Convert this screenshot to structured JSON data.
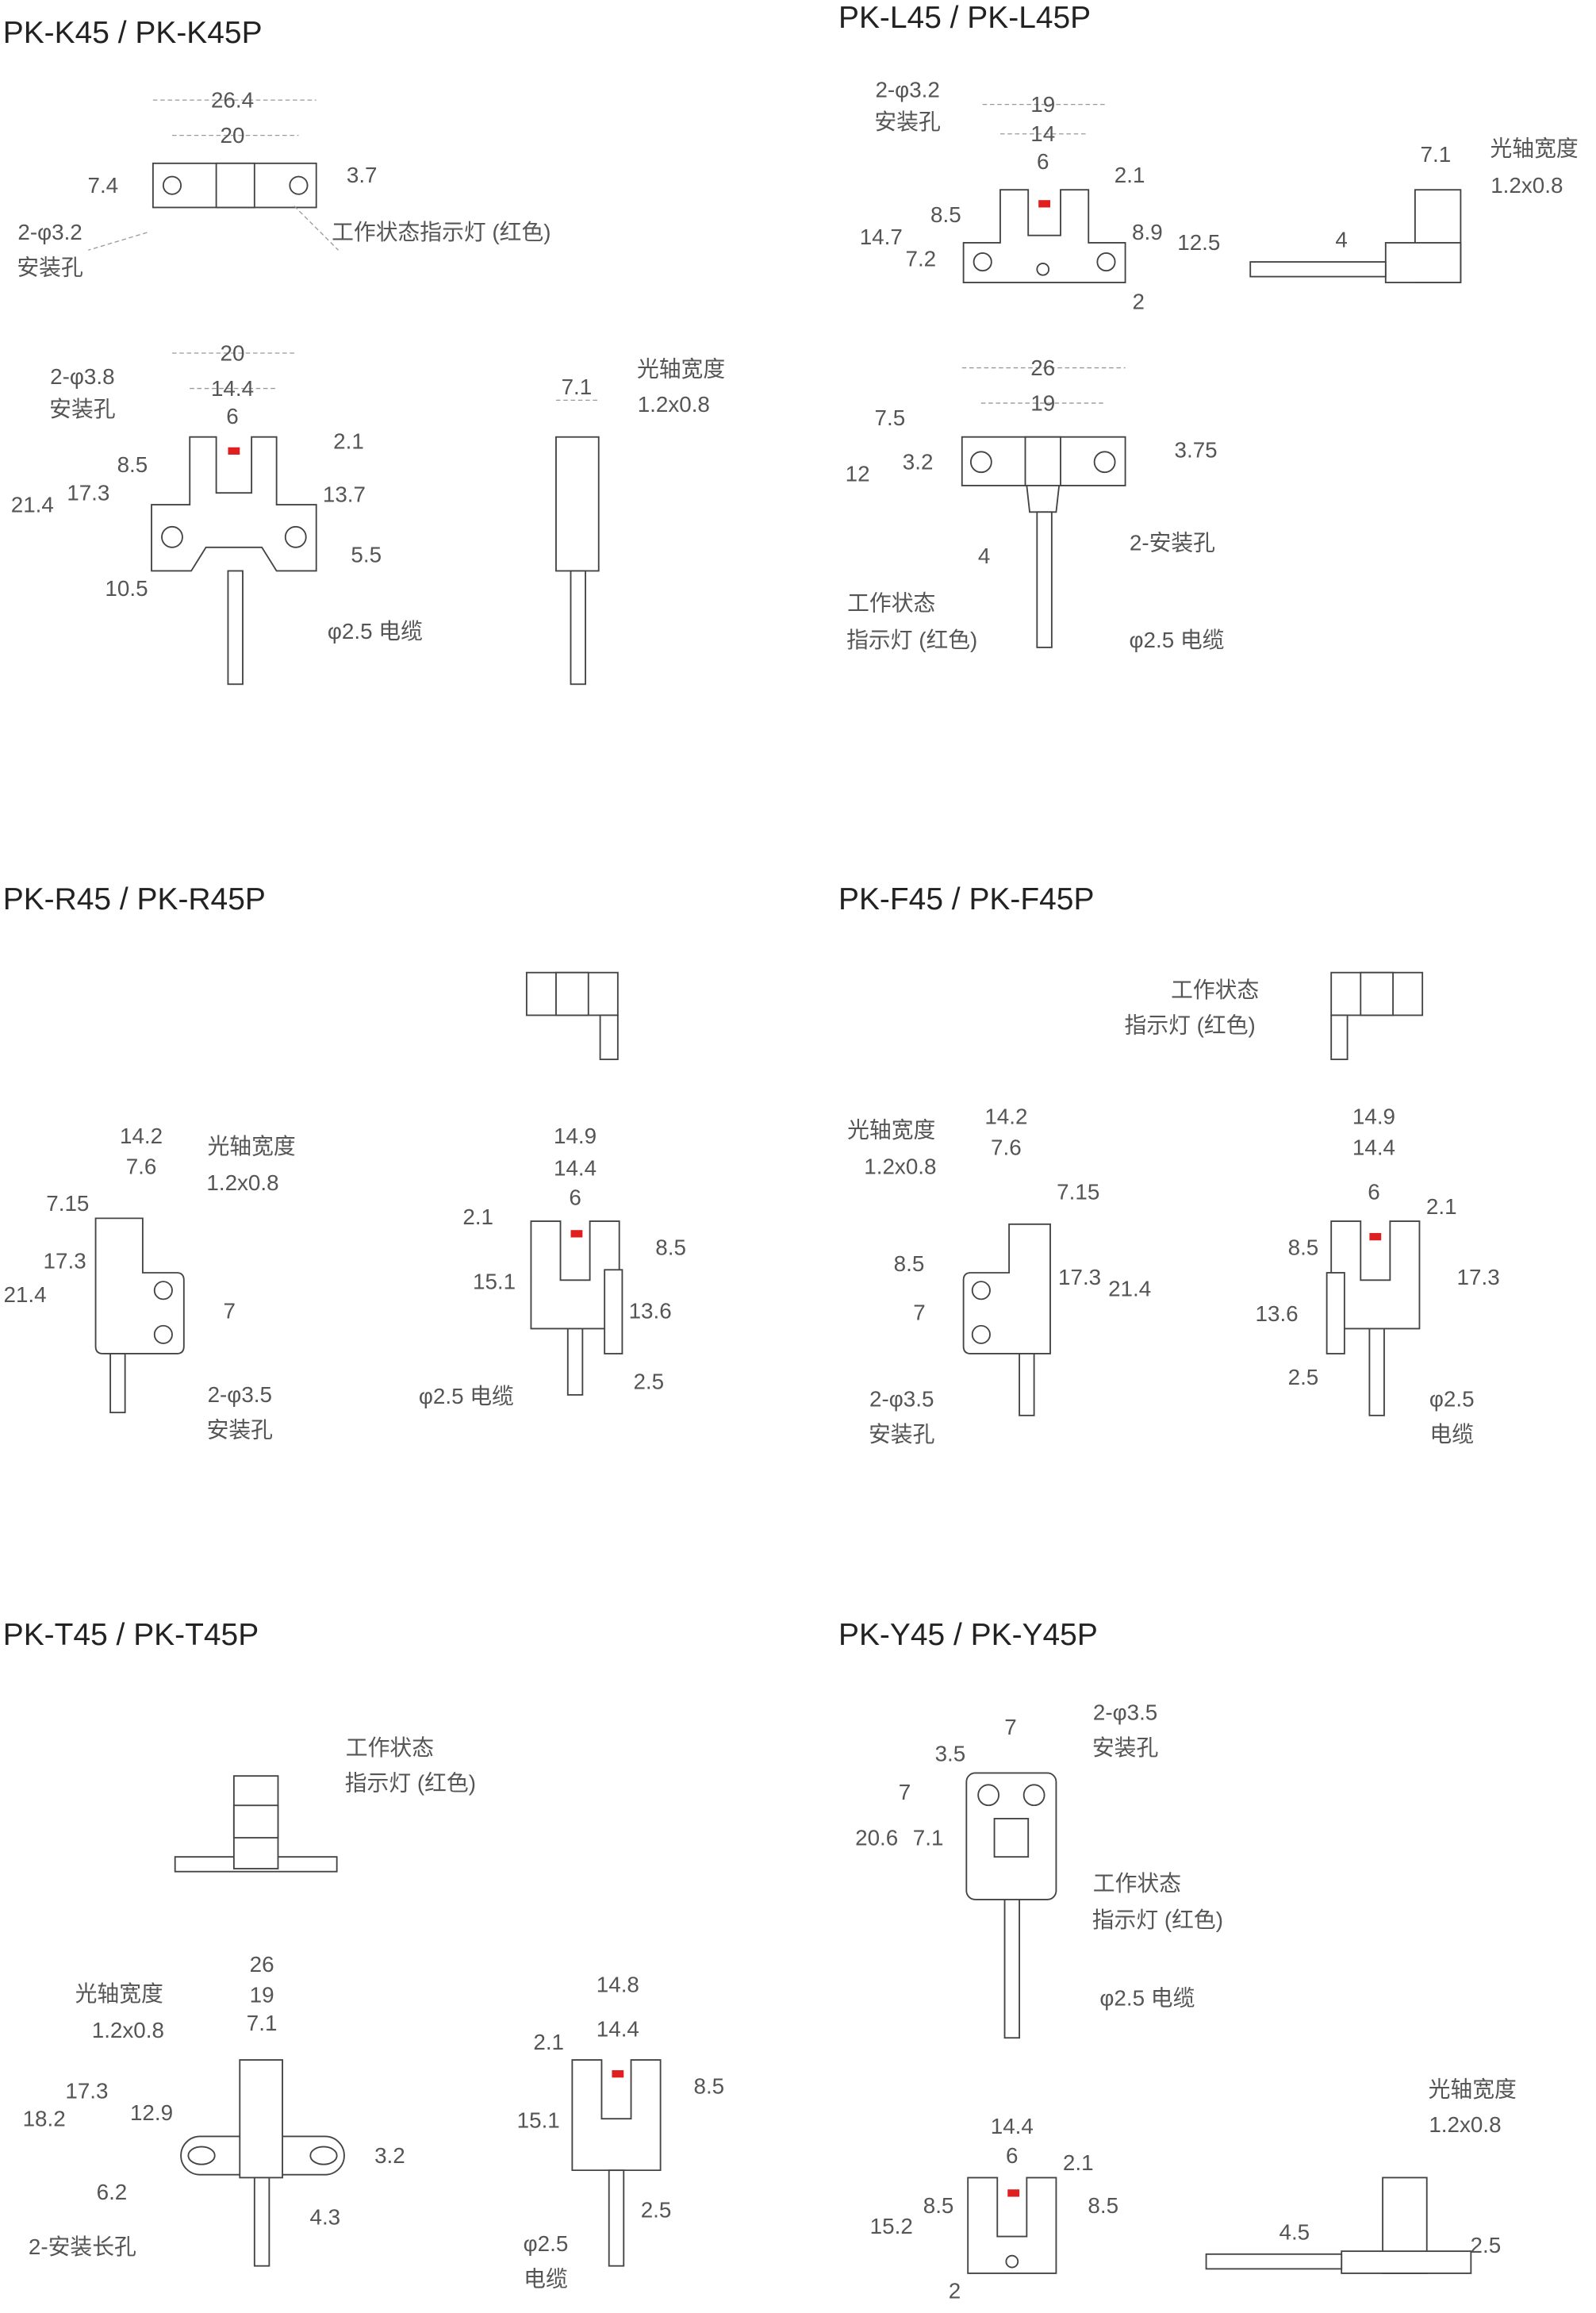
{
  "sections": [
    {
      "title": "PK-K45 / PK-K45P",
      "labels": [
        "26.4",
        "20",
        "7.4",
        "3.7",
        "2-φ3.2",
        "安装孔",
        "工作状态指示灯 (红色)",
        "20",
        "2-φ3.8",
        "安装孔",
        "14.4",
        "6",
        "2.1",
        "8.5",
        "17.3",
        "13.7",
        "21.4",
        "5.5",
        "10.5",
        "φ2.5 电缆",
        "7.1",
        "光轴宽度",
        "1.2x0.8"
      ]
    },
    {
      "title": "PK-L45 / PK-L45P",
      "labels": [
        "2-φ3.2",
        "安装孔",
        "19",
        "14",
        "6",
        "2.1",
        "8.5",
        "14.7",
        "8.9",
        "12.5",
        "7.2",
        "2",
        "7.1",
        "光轴宽度",
        "1.2x0.8",
        "4",
        "26",
        "19",
        "7.5",
        "12",
        "3.2",
        "3.75",
        "4",
        "2-安装孔",
        "工作状态",
        "指示灯 (红色)",
        "φ2.5 电缆"
      ]
    },
    {
      "title": "PK-R45 / PK-R45P",
      "labels": [
        "14.2",
        "光轴宽度",
        "7.6",
        "1.2x0.8",
        "7.15",
        "17.3",
        "21.4",
        "7",
        "2-φ3.5",
        "安装孔",
        "14.9",
        "14.4",
        "6",
        "2.1",
        "8.5",
        "15.1",
        "13.6",
        "2.5",
        "φ2.5 电缆"
      ]
    },
    {
      "title": "PK-F45 / PK-F45P",
      "labels": [
        "工作状态",
        "指示灯 (红色)",
        "14.2",
        "光轴宽度",
        "7.6",
        "1.2x0.8",
        "7.15",
        "8.5",
        "17.3",
        "21.4",
        "7",
        "2-φ3.5",
        "安装孔",
        "14.9",
        "14.4",
        "6",
        "2.1",
        "8.5",
        "17.3",
        "13.6",
        "2.5",
        "φ2.5",
        "电缆"
      ]
    },
    {
      "title": "PK-T45 / PK-T45P",
      "labels": [
        "工作状态",
        "指示灯 (红色)",
        "26",
        "光轴宽度",
        "19",
        "1.2x0.8",
        "7.1",
        "17.3",
        "12.9",
        "18.2",
        "3.2",
        "6.2",
        "4.3",
        "2-安装长孔",
        "14.8",
        "14.4",
        "2.1",
        "8.5",
        "15.1",
        "2.5",
        "φ2.5",
        "电缆"
      ]
    },
    {
      "title": "PK-Y45 / PK-Y45P",
      "labels": [
        "7",
        "2-φ3.5",
        "安装孔",
        "3.5",
        "7",
        "20.6",
        "7.1",
        "工作状态",
        "指示灯 (红色)",
        "φ2.5 电缆",
        "14.4",
        "6",
        "2.1",
        "8.5",
        "8.5",
        "15.2",
        "2",
        "光轴宽度",
        "1.2x0.8",
        "4.5",
        "2.5"
      ]
    }
  ],
  "colors": {
    "line": "#444444",
    "dimension": "#999999",
    "led": "#e02020"
  }
}
